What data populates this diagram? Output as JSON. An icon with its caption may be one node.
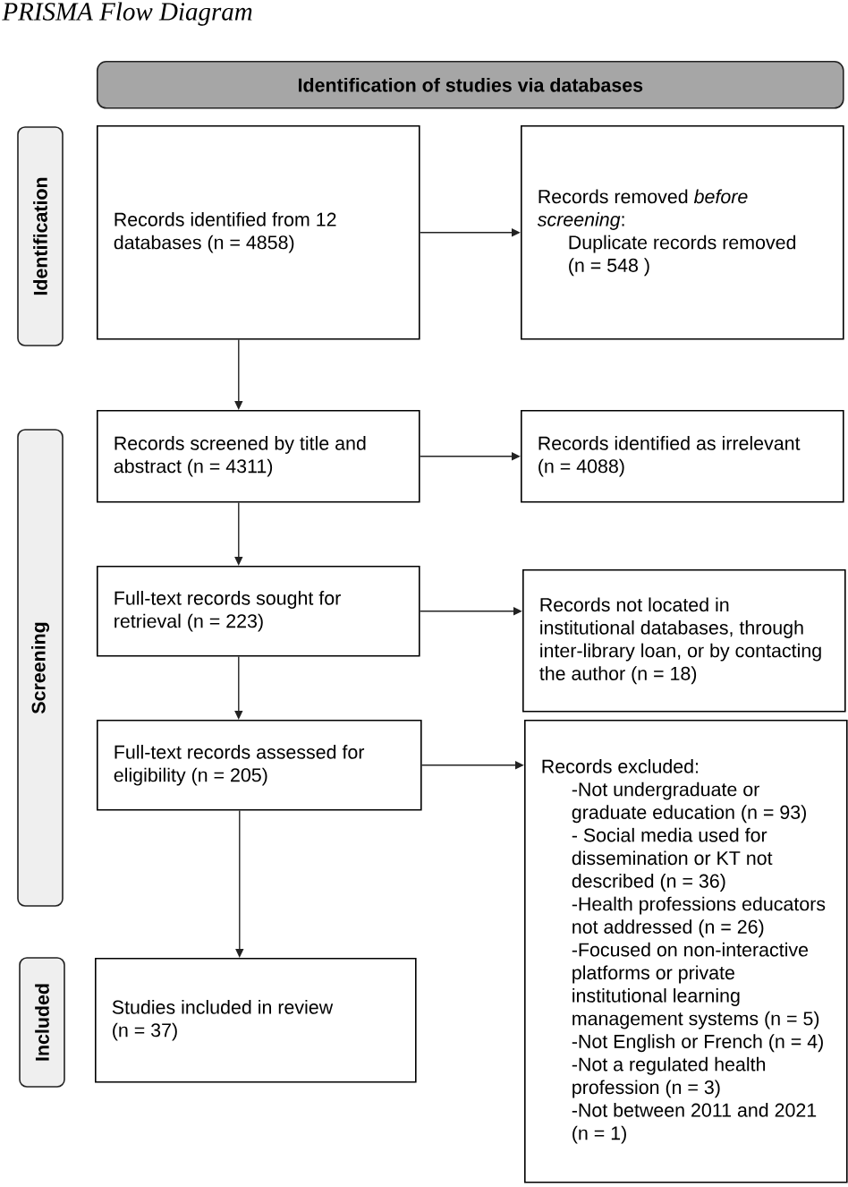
{
  "diagram": {
    "title": "PRISMA Flow Diagram",
    "nodes": [
      {
        "text": [
          "Identification of studies via databases"
        ]
      },
      {
        "text": [
          "Identification"
        ]
      },
      {
        "text": [
          "Records identified from 12 databases (n = 4858)"
        ]
      },
      {
        "text": [
          "Records removed *before screening*:",
          "Duplicate records removed (n = 548 )"
        ]
      },
      {
        "text": [
          "Screening"
        ]
      },
      {
        "text": [
          "Records screened by title and abstract (n = 4311)"
        ]
      },
      {
        "text": [
          "Records identified as irrelevant (n = 4088)"
        ]
      },
      {
        "text": [
          "Full-text records sought for retrieval (n = 223)"
        ]
      },
      {
        "text": [
          "Records not located in institutional databases, through inter-library loan, or by contacting the author (n = 18)"
        ]
      },
      {
        "text": [
          "Full-text records assessed for eligibility (n = 205)"
        ]
      },
      {
        "text": [
          "Records excluded:",
          "-Not undergraduate or graduate education (n = 93)",
          "- Social media used for dissemination or KT not described (n = 36)",
          "-Health professions educators not addressed (n = 26)",
          "-Focused on non-interactive platforms or private institutional learning management systems (n = 5)",
          "-Not English or French (n = 4)",
          "-Not a regulated health profession (n = 3)",
          "-Not between 2011 and 2021 (n = 1)"
        ]
      },
      {
        "text": [
          "Included"
        ]
      },
      {
        "text": [
          "Studies included in review (n = 37)"
        ]
      }
    ],
    "edges": [
      {
        "from": 2,
        "to": 3,
        "arrow": "to"
      },
      {
        "from": 2,
        "to": 5,
        "arrow": "to"
      },
      {
        "from": 5,
        "to": 6,
        "arrow": "to"
      },
      {
        "from": 5,
        "to": 7,
        "arrow": "to"
      },
      {
        "from": 7,
        "to": 8,
        "arrow": "to"
      },
      {
        "from": 7,
        "to": 9,
        "arrow": "to"
      },
      {
        "from": 9,
        "to": 10,
        "arrow": "to"
      },
      {
        "from": 9,
        "to": 12,
        "arrow": "to"
      }
    ]
  }
}
